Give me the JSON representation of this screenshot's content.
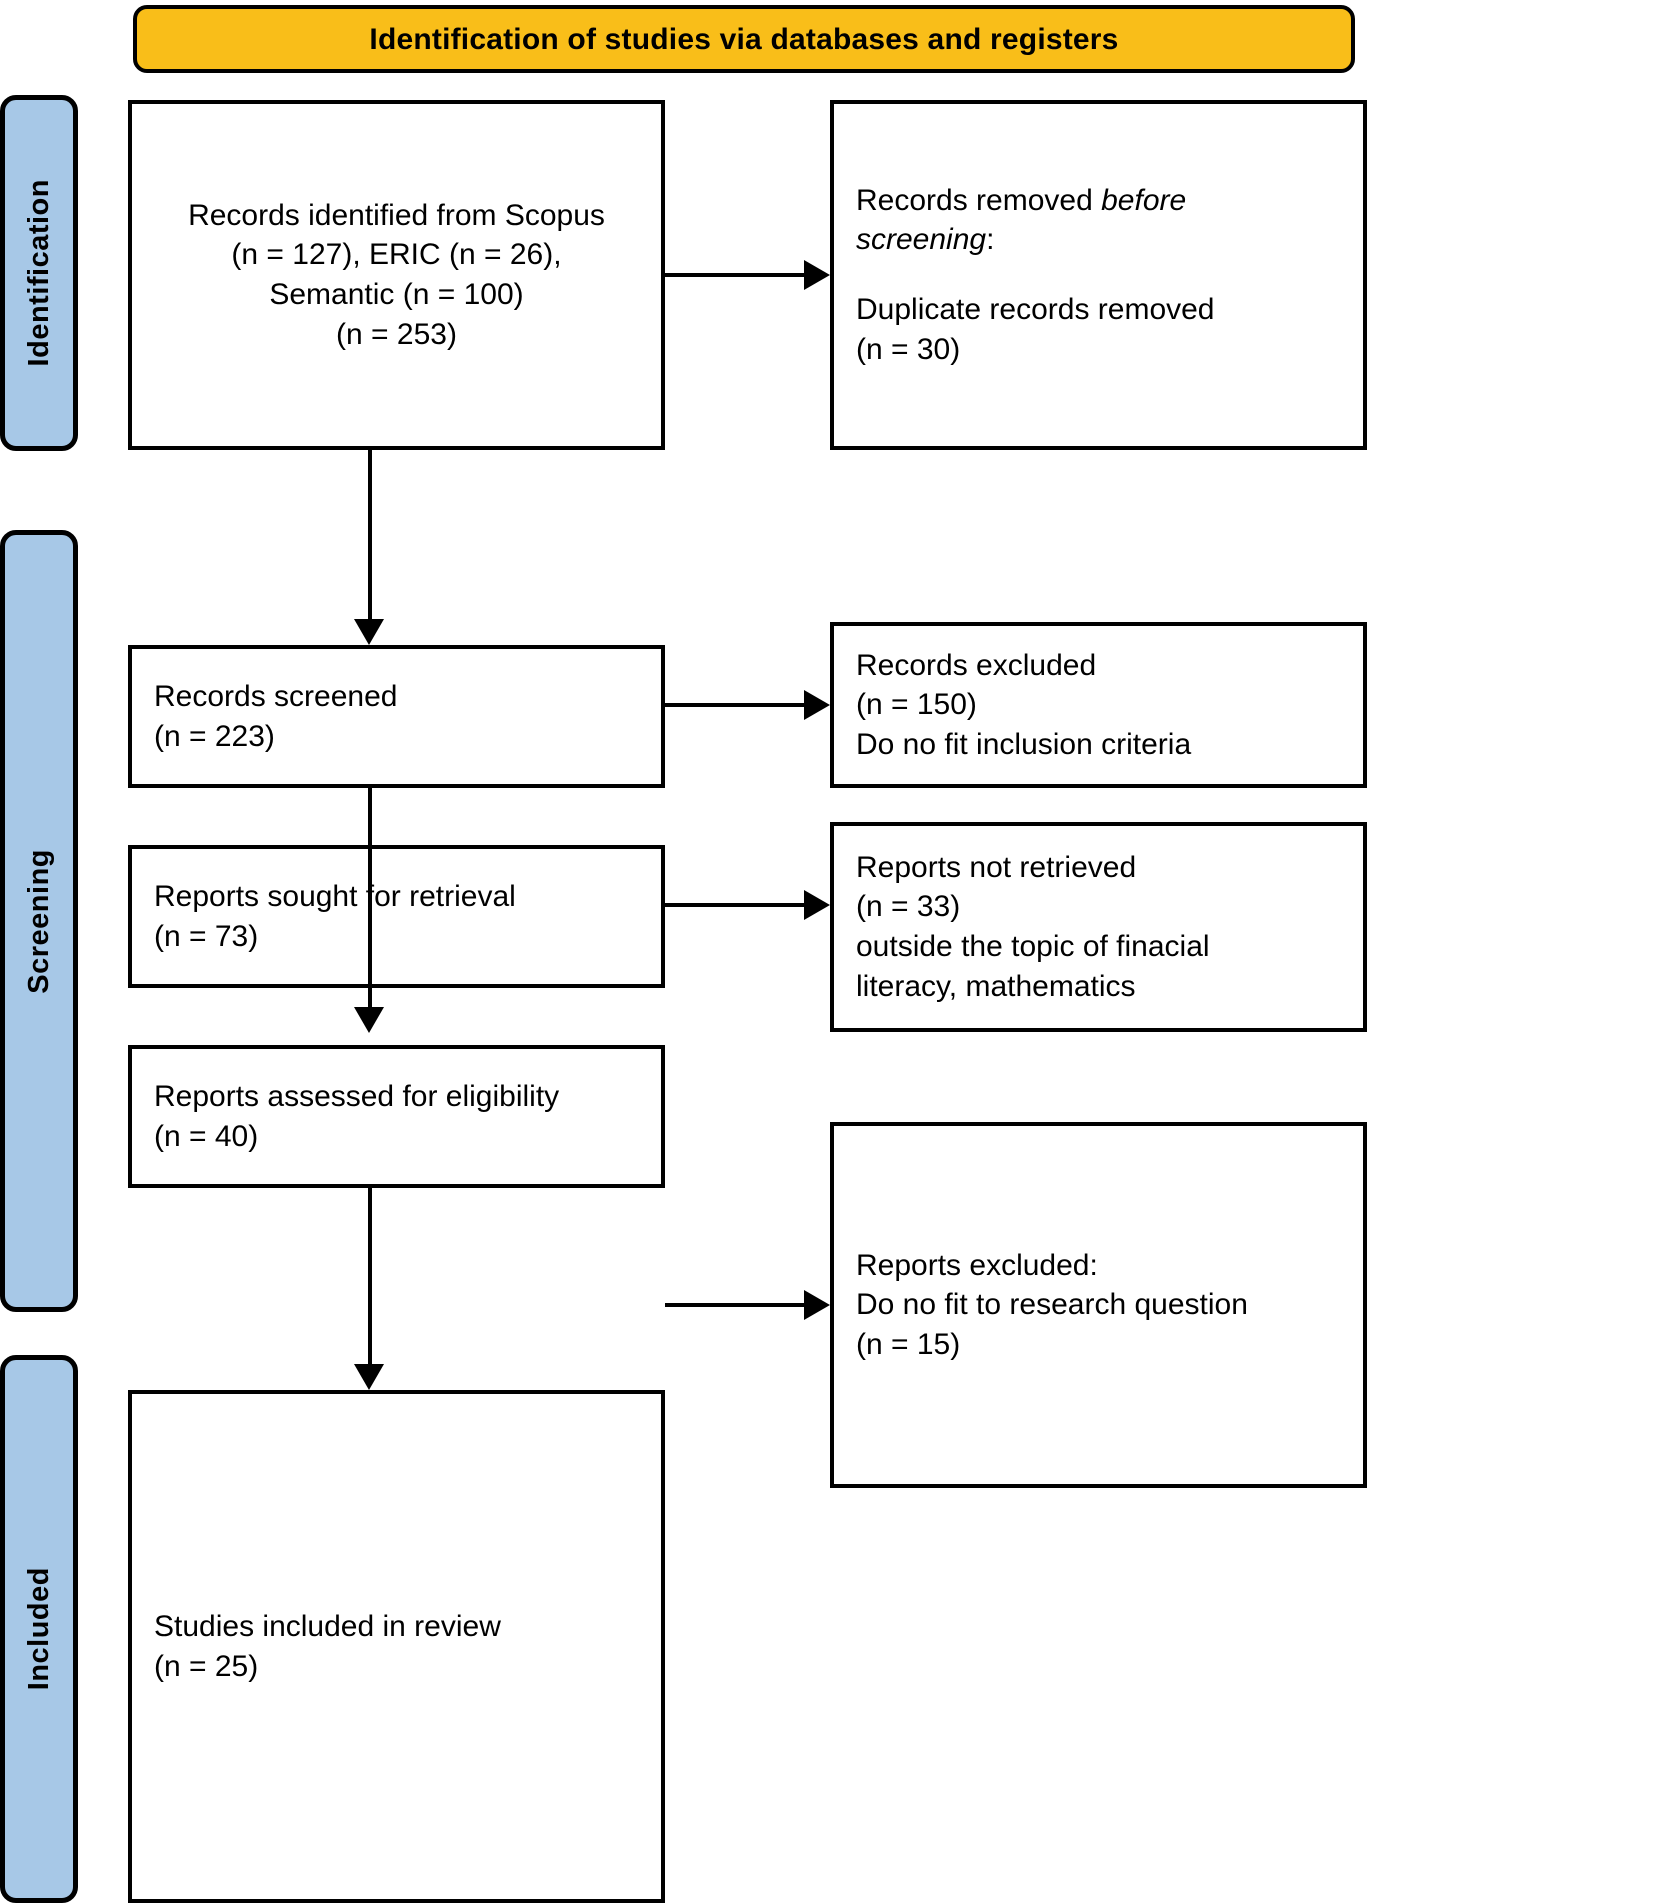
{
  "banner": {
    "title": "Identification of studies via databases and registers"
  },
  "stages": [
    {
      "key": "identification",
      "label": "Identification"
    },
    {
      "key": "screening",
      "label": "Screening"
    },
    {
      "key": "included",
      "label": "Included"
    }
  ],
  "colors": {
    "banner_fill": "#f9be19",
    "stage_fill": "#a7c8e7",
    "box_fill": "#ffffff",
    "stroke": "#000000"
  },
  "boxes": {
    "identified": {
      "line1": "Records identified from Scopus",
      "line2": "(n = 127), ERIC (n = 26),",
      "line3": "Semantic (n = 100)",
      "line4": "(n = 253)"
    },
    "removed": {
      "line1_prefix": "Records removed ",
      "line1_italic": "before",
      "line2_italic": "screening",
      "line2_suffix": ":",
      "line3": "Duplicate records removed",
      "line4": "(n = 30)"
    },
    "screened": {
      "line1": "Records screened",
      "line2": "(n = 223)"
    },
    "excluded_records": {
      "line1": "Records excluded",
      "line2": "(n = 150)",
      "line3": "Do no fit inclusion criteria"
    },
    "sought": {
      "line1": "Reports sought for retrieval",
      "line2": "(n = 73)"
    },
    "not_retrieved": {
      "line1": "Reports not retrieved",
      "line2": "(n = 33)",
      "line3": "outside the topic of finacial",
      "line4": "literacy, mathematics"
    },
    "assessed": {
      "line1": "Reports assessed for eligibility",
      "line2": "(n = 40)"
    },
    "excluded_reports": {
      "line1": "Reports excluded:",
      "line2": "Do no fit to research question",
      "line3": "(n = 15)"
    },
    "included": {
      "line1": "Studies included in review",
      "line2": "(n = 25)"
    }
  }
}
